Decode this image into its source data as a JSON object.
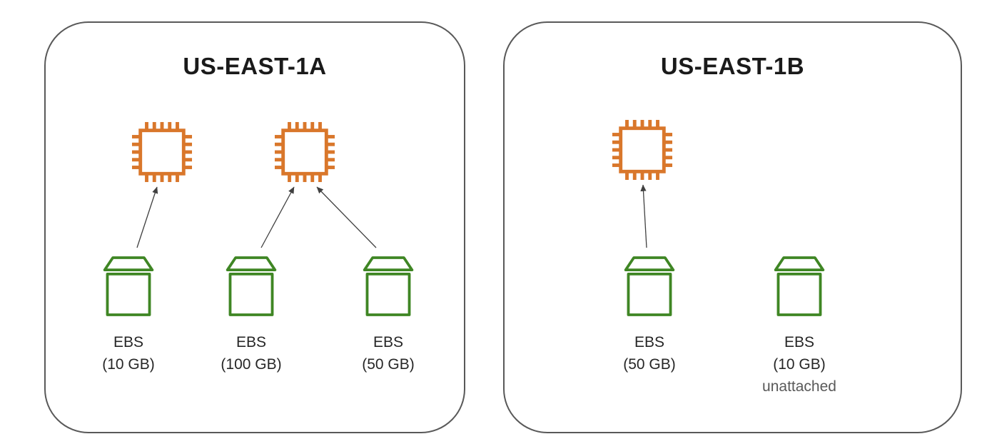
{
  "zones": [
    {
      "name": "US-EAST-1A",
      "instance_count": 2,
      "volumes": [
        {
          "label": "EBS",
          "size": "(10 GB)",
          "note": ""
        },
        {
          "label": "EBS",
          "size": "(100 GB)",
          "note": ""
        },
        {
          "label": "EBS",
          "size": "(50 GB)",
          "note": ""
        }
      ],
      "connections": [
        {
          "volume": 0,
          "instance": 0
        },
        {
          "volume": 1,
          "instance": 1
        },
        {
          "volume": 2,
          "instance": 1
        }
      ]
    },
    {
      "name": "US-EAST-1B",
      "instance_count": 1,
      "volumes": [
        {
          "label": "EBS",
          "size": "(50 GB)",
          "note": ""
        },
        {
          "label": "EBS",
          "size": "(10 GB)",
          "note": "unattached"
        }
      ],
      "connections": [
        {
          "volume": 0,
          "instance": 0
        }
      ]
    }
  ],
  "colors": {
    "instance_orange": "#D9772B",
    "volume_green": "#3F8624",
    "zone_border": "#595959",
    "arrow": "#404040"
  }
}
